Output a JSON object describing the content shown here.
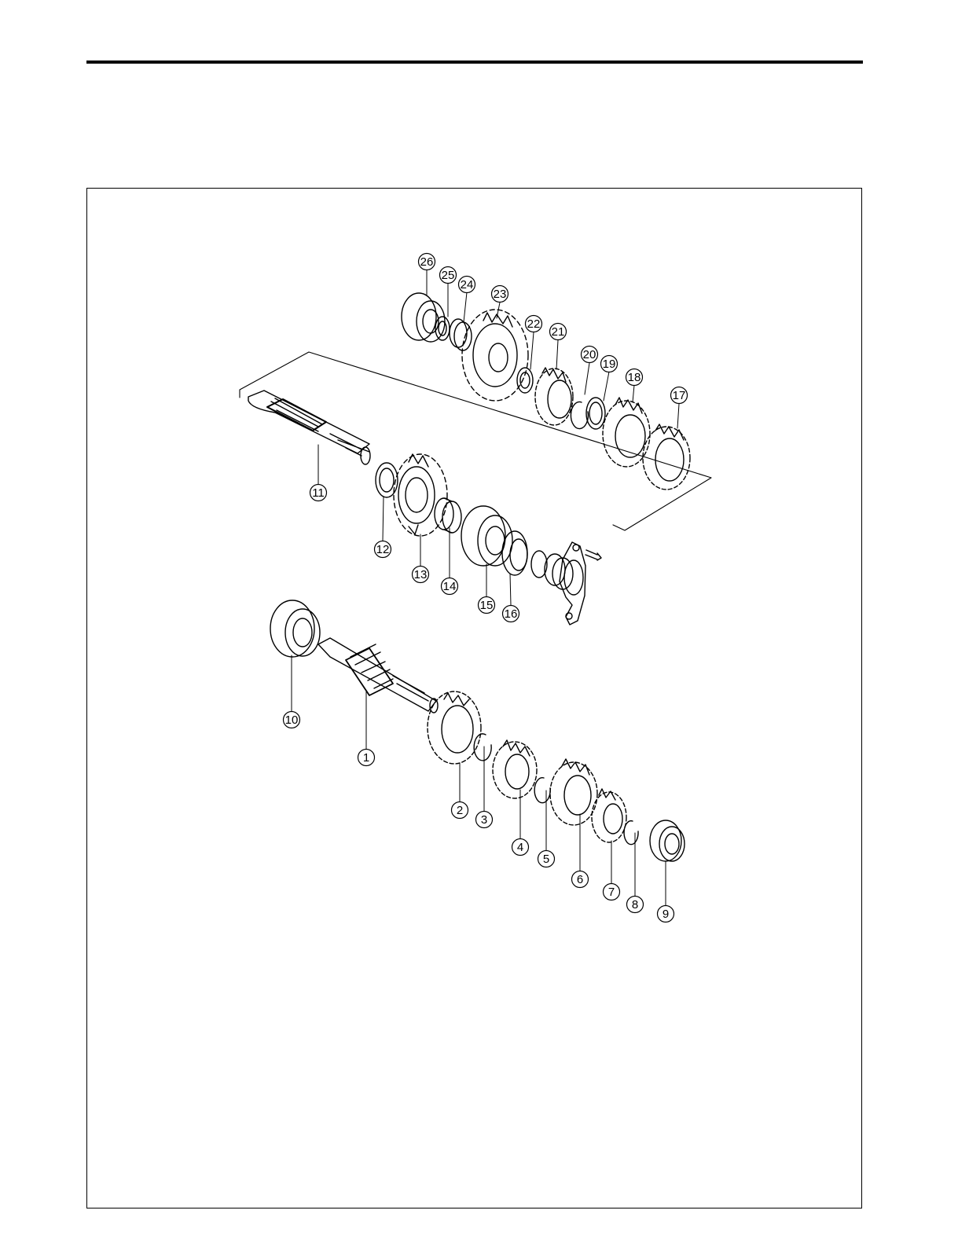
{
  "diagram": {
    "callouts": [
      {
        "id": "1",
        "label": "1"
      },
      {
        "id": "2",
        "label": "2"
      },
      {
        "id": "3",
        "label": "3"
      },
      {
        "id": "4",
        "label": "4"
      },
      {
        "id": "5",
        "label": "5"
      },
      {
        "id": "6",
        "label": "6"
      },
      {
        "id": "7",
        "label": "7"
      },
      {
        "id": "8",
        "label": "8"
      },
      {
        "id": "9",
        "label": "9"
      },
      {
        "id": "10",
        "label": "10"
      },
      {
        "id": "11",
        "label": "11"
      },
      {
        "id": "12",
        "label": "12"
      },
      {
        "id": "13",
        "label": "13"
      },
      {
        "id": "14",
        "label": "14"
      },
      {
        "id": "15",
        "label": "15"
      },
      {
        "id": "16",
        "label": "16"
      },
      {
        "id": "17",
        "label": "17"
      },
      {
        "id": "18",
        "label": "18"
      },
      {
        "id": "19",
        "label": "19"
      },
      {
        "id": "20",
        "label": "20"
      },
      {
        "id": "21",
        "label": "21"
      },
      {
        "id": "22",
        "label": "22"
      },
      {
        "id": "23",
        "label": "23"
      },
      {
        "id": "24",
        "label": "24"
      },
      {
        "id": "25",
        "label": "25"
      },
      {
        "id": "26",
        "label": "26"
      }
    ],
    "line_color": "#000000"
  }
}
